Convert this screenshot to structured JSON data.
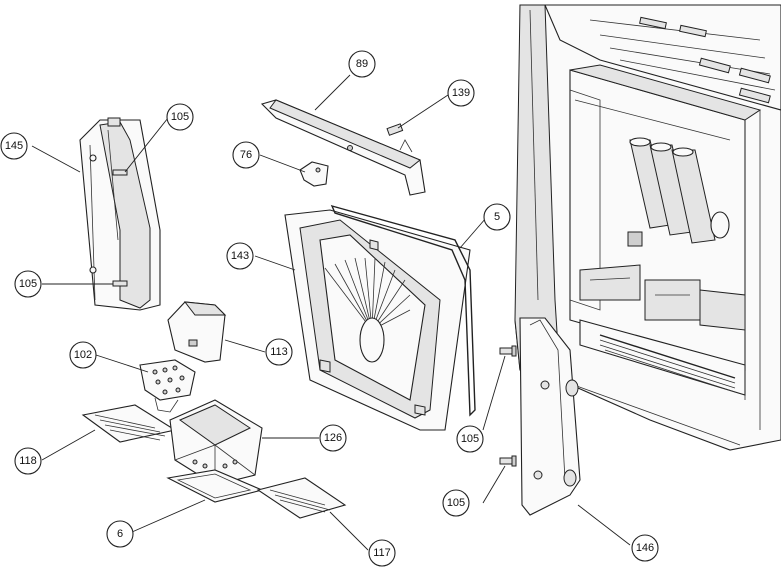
{
  "callouts": [
    {
      "id": "c145",
      "label": "145"
    },
    {
      "id": "c105a",
      "label": "105"
    },
    {
      "id": "c105b",
      "label": "105"
    },
    {
      "id": "c89",
      "label": "89"
    },
    {
      "id": "c139",
      "label": "139"
    },
    {
      "id": "c76",
      "label": "76"
    },
    {
      "id": "c143",
      "label": "143"
    },
    {
      "id": "c5",
      "label": "5"
    },
    {
      "id": "c113",
      "label": "113"
    },
    {
      "id": "c102",
      "label": "102"
    },
    {
      "id": "c118",
      "label": "118"
    },
    {
      "id": "c126",
      "label": "126"
    },
    {
      "id": "c6",
      "label": "6"
    },
    {
      "id": "c117",
      "label": "117"
    },
    {
      "id": "c105c",
      "label": "105"
    },
    {
      "id": "c105d",
      "label": "105"
    },
    {
      "id": "c146",
      "label": "146"
    }
  ]
}
